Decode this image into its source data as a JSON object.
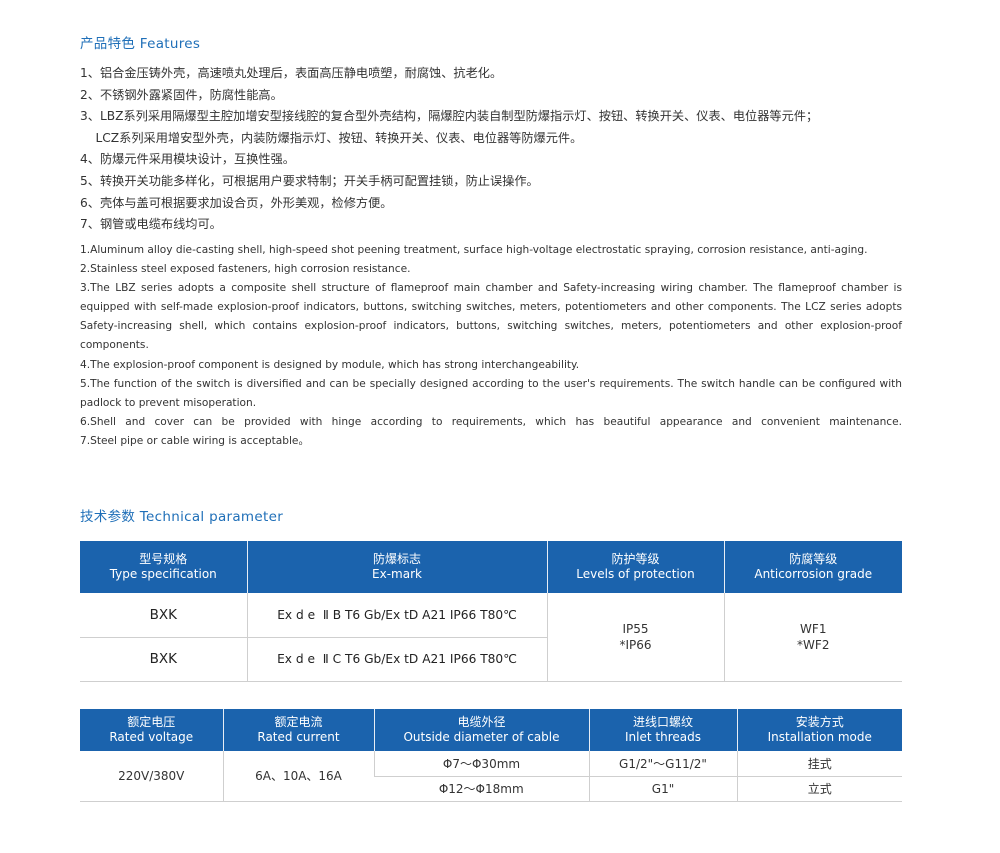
{
  "features": {
    "title": "产品特色 Features",
    "zh_items": [
      "1、铝合金压铸外壳，高速喷丸处理后，表面高压静电喷塑，耐腐蚀、抗老化。",
      "2、不锈钢外露紧固件，防腐性能高。",
      "3、LBZ系列采用隔爆型主腔加增安型接线腔的复合型外壳结构，隔爆腔内装自制型防爆指示灯、按钮、转换开关、仪表、电位器等元件；",
      "    LCZ系列采用增安型外壳，内装防爆指示灯、按钮、转换开关、仪表、电位器等防爆元件。",
      "4、防爆元件采用模块设计，互换性强。",
      "5、转换开关功能多样化，可根据用户要求特制；开关手柄可配置挂锁，防止误操作。",
      "6、壳体与盖可根据要求加设合页，外形美观，检修方便。",
      "7、钢管或电缆布线均可。"
    ],
    "en_items": [
      "1.Aluminum alloy die-casting shell, high-speed shot peening treatment, surface high-voltage electrostatic spraying, corrosion resistance, anti-aging.",
      "2.Stainless steel exposed fasteners, high corrosion resistance.",
      "3.The LBZ series adopts a composite shell structure of flameproof main chamber and Safety-increasing wiring chamber. The flameproof chamber is equipped with self-made explosion-proof indicators, buttons, switching switches, meters, potentiometers and other components. The LCZ series adopts Safety-increasing shell, which contains explosion-proof indicators, buttons, switching switches, meters, potentiometers and other explosion-proof components.",
      "4.The explosion-proof component is designed by module, which has strong interchangeability.",
      "5.The function of the switch is diversified and can be specially designed according to the user's requirements. The switch handle can be configured with padlock to prevent misoperation.",
      "6.Shell and cover can be provided with hinge according to requirements, which has beautiful appearance and convenient maintenance.",
      "7.Steel pipe or cable wiring is acceptable。"
    ]
  },
  "technical": {
    "title": "技术参数 Technical parameter",
    "table1": {
      "headers": [
        {
          "zh": "型号规格",
          "en": "Type specification"
        },
        {
          "zh": "防爆标志",
          "en": "Ex-mark"
        },
        {
          "zh": "防护等级",
          "en": "Levels of protection"
        },
        {
          "zh": "防腐等级",
          "en": "Anticorrosion grade"
        }
      ],
      "rows": [
        {
          "type": "BXK",
          "exmark": "Ex d e  Ⅱ B T6 Gb/Ex tD A21 IP66 T80℃"
        },
        {
          "type": "BXK",
          "exmark": "Ex d e  Ⅱ C T6 Gb/Ex tD A21 IP66 T80℃"
        }
      ],
      "protection": [
        "IP55",
        "*IP66"
      ],
      "anticorrosion": [
        "WF1",
        "*WF2"
      ]
    },
    "table2": {
      "headers": [
        {
          "zh": "额定电压",
          "en": "Rated voltage"
        },
        {
          "zh": "额定电流",
          "en": "Rated current"
        },
        {
          "zh": "电缆外径",
          "en": "Outside diameter of cable"
        },
        {
          "zh": "进线口螺纹",
          "en": "Inlet threads"
        },
        {
          "zh": "安装方式",
          "en": "Installation mode"
        }
      ],
      "voltage": "220V/380V",
      "current": "6A、10A、16A",
      "rows": [
        {
          "cable": "Φ7～Φ30mm",
          "thread": "G1/2\"～G11/2\"",
          "mode": "挂式"
        },
        {
          "cable": "Φ12～Φ18mm",
          "thread": "G1\"",
          "mode": "立式"
        }
      ]
    }
  },
  "colors": {
    "accent": "#1f6fb8",
    "header_bg": "#1b63ad",
    "text": "#333333",
    "border": "#cfcfcf"
  }
}
